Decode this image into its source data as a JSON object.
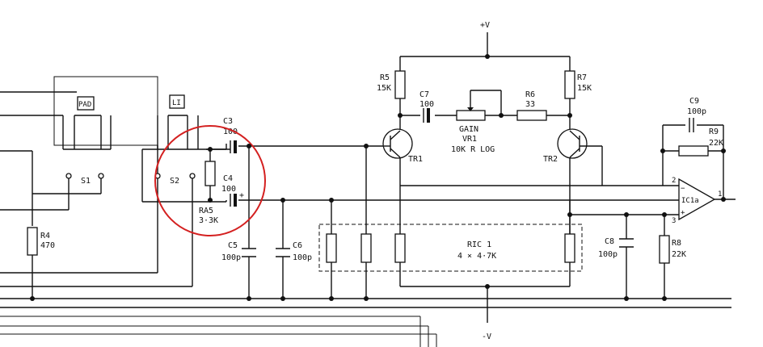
{
  "labels": {
    "supply_pos": "+V",
    "supply_neg": "-V",
    "pad": "PAD",
    "li": "LI",
    "s1": "S1",
    "s2": "S2",
    "r4_name": "R4",
    "r4_val": "470",
    "r5_name": "R5",
    "r5_val": "15K",
    "r7_name": "R7",
    "r7_val": "15K",
    "c7_name": "C7",
    "c7_val": "100",
    "r6_name": "R6",
    "r6_val": "33",
    "gain": "GAIN",
    "vr1": "VR1",
    "vr1_val": "10K R LOG",
    "tr1": "TR1",
    "tr2": "TR2",
    "c3_name": "C3",
    "c3_val": "100",
    "c4_name": "C4",
    "c4_val": "100",
    "ra5_name": "RA5",
    "ra5_val": "3·3K",
    "c5_name": "C5",
    "c5_val": "100p",
    "c6_name": "C6",
    "c6_val": "100p",
    "ric1_name": "RIC 1",
    "ric1_val": "4 × 4·7K",
    "c8_name": "C8",
    "c8_val": "100p",
    "r8_name": "R8",
    "r8_val": "22K",
    "c9_name": "C9",
    "c9_val": "100p",
    "r9_name": "R9",
    "r9_val": "22K",
    "ic_name": "IC1a",
    "pin_1": "1",
    "pin_2": "2",
    "pin_3": "3",
    "plus_sign": "+",
    "minus_sign": "−"
  },
  "colors": {
    "ink": "#111111",
    "highlight_circle": "#d42020"
  }
}
